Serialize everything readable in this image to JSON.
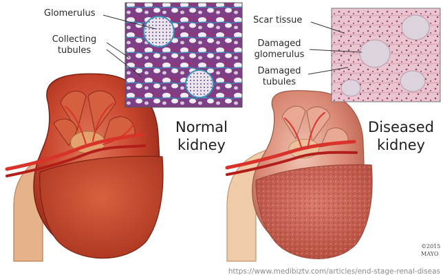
{
  "normal": {
    "title_line1": "Normal",
    "title_line2": "kidney",
    "labels": {
      "glomerulus": "Glomerulus",
      "collecting_line1": "Collecting",
      "collecting_line2": "tubules"
    }
  },
  "diseased": {
    "title_line1": "Diseased",
    "title_line2": "kidney",
    "labels": {
      "scar_tissue": "Scar tissue",
      "damaged_glomerulus_line1": "Damaged",
      "damaged_glomerulus_line2": "glomerulus",
      "damaged_tubules_line1": "Damaged",
      "damaged_tubules_line2": "tubules"
    }
  },
  "copyright_line1": "©2015",
  "copyright_line2": "MAYO",
  "source_url": "https://www.medibiztv.com/articles/end-stage-renal-diseas",
  "colors": {
    "kidney_normal": "#c8452d",
    "kidney_diseased": "#d98874",
    "vessel": "#d8322a",
    "ureter": "#e6b28a",
    "histo_normal_bg": "#8b4a8e",
    "histo_diseased_bg": "#e7c6cf"
  }
}
